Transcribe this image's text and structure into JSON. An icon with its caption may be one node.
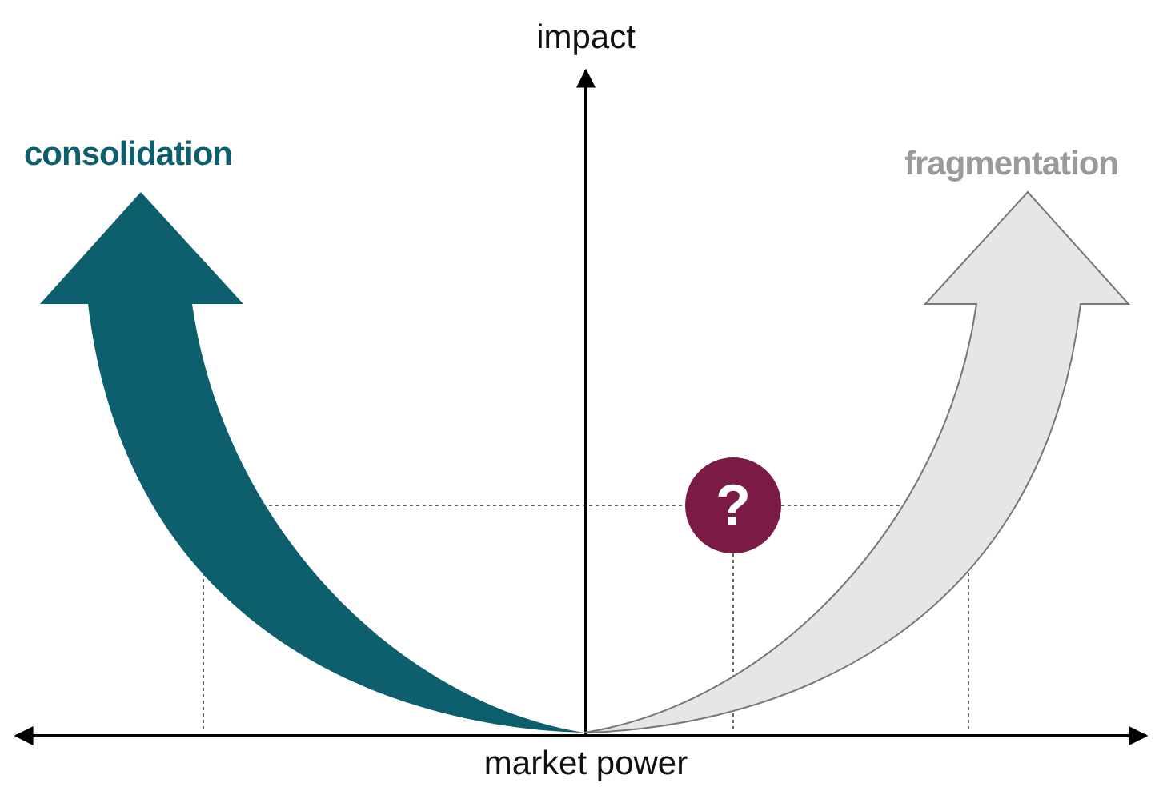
{
  "diagram": {
    "nodes": [
      {
        "text": [
          "consolidation"
        ]
      },
      {
        "text": [
          "fragmentation"
        ]
      },
      {
        "text": [
          "?"
        ]
      }
    ],
    "labels": [
      "impact",
      "market power"
    ]
  }
}
